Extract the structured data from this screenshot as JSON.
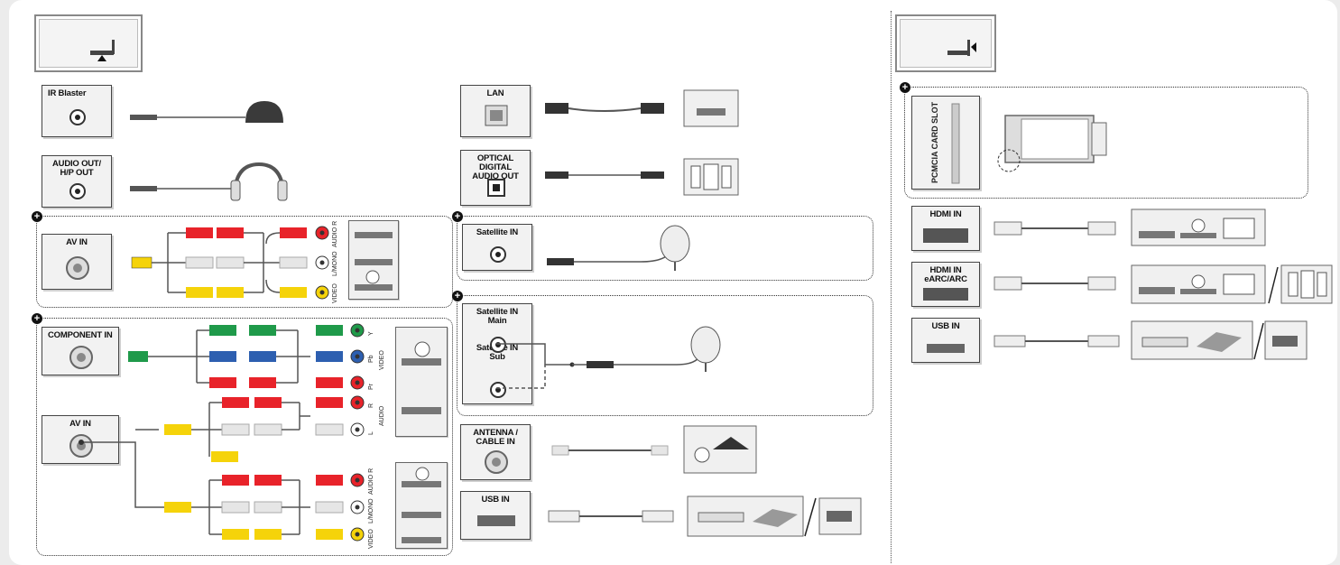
{
  "left_panel": {
    "ir_blaster": "IR Blaster",
    "audio_out": "AUDIO OUT/",
    "audio_out2": "H/P OUT",
    "av_in": "AV IN",
    "component_in": "COMPONENT IN",
    "av_in_2": "AV IN",
    "av_jack_labels": [
      "AUDIO R",
      "L/MONO",
      "VIDEO"
    ],
    "component_jack_labels": [
      "Y",
      "Pb",
      "Pr",
      "R",
      "L"
    ],
    "component_group_labels": [
      "VIDEO",
      "AUDIO"
    ],
    "av2_jack_labels": [
      "AUDIO R",
      "L/MONO",
      "VIDEO"
    ]
  },
  "middle_panel": {
    "lan": "LAN",
    "optical": "OPTICAL DIGITAL",
    "optical2": "AUDIO OUT",
    "satellite_in": "Satellite IN",
    "satellite_main": "Satellite IN",
    "satellite_main2": "Main",
    "satellite_sub": "Satellite IN",
    "satellite_sub2": "Sub",
    "antenna": "ANTENNA /",
    "antenna2": "CABLE IN",
    "usb_in": "USB IN"
  },
  "right_panel": {
    "pcmcia": "PCMCIA CARD SLOT",
    "hdmi_in": "HDMI IN",
    "hdmi_earc": "HDMI IN",
    "hdmi_earc2": "eARC/ARC",
    "usb_in": "USB IN"
  },
  "colors": {
    "red": "#e8232a",
    "white": "#e6e6e6",
    "yellow": "#f5d30a",
    "green": "#1f9a4a",
    "blue": "#2d5fb0",
    "cable": "#555555"
  }
}
